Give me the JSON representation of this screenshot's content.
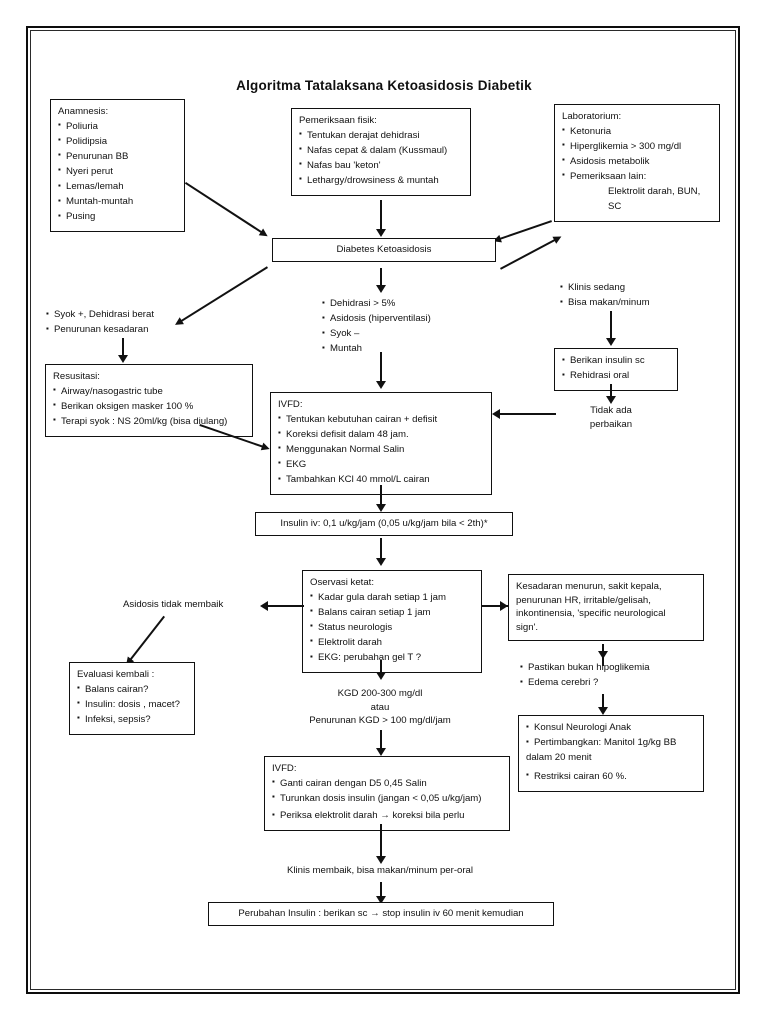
{
  "document": {
    "title": "Algoritma Tatalaksana Ketoasidosis Diabetik"
  },
  "chart_data": {
    "type": "flowchart",
    "title": "Algoritma Tatalaksana Ketoasidosis Diabetik",
    "language": "id",
    "orientation": "top-to-bottom",
    "node_count": 19
  },
  "nodes": {
    "anamnesis": {
      "header": "Anamnesis:",
      "items": [
        "Poliuria",
        "Polidipsia",
        "Penurunan BB",
        "Nyeri perut",
        "Lemas/lemah",
        "Muntah-muntah",
        "Pusing"
      ]
    },
    "pemeriksaan_fisik": {
      "header": "Pemeriksaan fisik:",
      "items": [
        "Tentukan derajat dehidrasi",
        "Nafas cepat & dalam (Kussmaul)",
        "Nafas bau 'keton'",
        "Lethargy/drowsiness & muntah"
      ]
    },
    "laboratorium": {
      "header": "Laboratorium:",
      "items": [
        "Ketonuria",
        "Hiperglikemia > 300 mg/dl",
        "Asidosis metabolik",
        "Pemeriksaan lain:"
      ],
      "sub_items": [
        "Elektrolit darah, BUN,",
        "SC"
      ]
    },
    "diagnosis": {
      "label": "Diabetes Ketoasidosis"
    },
    "branch_severe": {
      "items": [
        "Syok +, Dehidrasi berat",
        "Penurunan kesadaran"
      ]
    },
    "branch_moderate": {
      "items": [
        "Dehidrasi > 5%",
        "Asidosis (hiperventilasi)",
        "Syok –",
        "Muntah"
      ]
    },
    "branch_mild": {
      "items": [
        "Klinis sedang",
        "Bisa makan/minum"
      ]
    },
    "resusitasi": {
      "header": "Resusitasi:",
      "items": [
        "Airway/nasogastric tube",
        "Berikan oksigen masker 100 %",
        "Terapi syok : NS 20ml/kg (bisa diulang)"
      ]
    },
    "insulin_sc": {
      "items": [
        "Berikan insulin sc",
        "Rehidrasi oral"
      ]
    },
    "tidak_ada_perbaikan": {
      "lines": [
        "Tidak ada",
        "perbaikan"
      ]
    },
    "ivfd_1": {
      "header": "IVFD:",
      "items": [
        "Tentukan kebutuhan cairan + defisit",
        "Koreksi defisit dalam 48 jam.",
        "Menggunakan Normal Salin",
        "EKG",
        "Tambahkan KCl 40 mmol/L cairan"
      ]
    },
    "insulin_iv": {
      "label": "Insulin iv: 0,1 u/kg/jam (0,05 u/kg/jam bila < 2th)*"
    },
    "observasi": {
      "header": "Oservasi ketat:",
      "items": [
        "Kadar gula darah setiap 1 jam",
        "Balans cairan setiap 1 jam",
        "Status neurologis",
        "Elektrolit darah",
        "EKG: perubahan gel T ?"
      ]
    },
    "neuro_signs": {
      "lines": [
        "Kesadaran menurun, sakit kepala,",
        "penurunan HR, irritable/gelisah,",
        "inkontinensia, 'specific neurological",
        "sign'."
      ]
    },
    "asidosis_tidak_membaik": {
      "label": "Asidosis tidak membaik"
    },
    "evaluasi": {
      "header": "Evaluasi kembali :",
      "items": [
        "Balans cairan?",
        "Insulin: dosis , macet?",
        "Infeksi, sepsis?"
      ]
    },
    "kgd_target": {
      "lines": [
        "KGD 200-300 mg/dl",
        "atau",
        "Penurunan KGD > 100 mg/dl/jam"
      ]
    },
    "pastikan": {
      "items": [
        "Pastikan bukan hipoglikemia",
        "Edema cerebri ?"
      ]
    },
    "konsul_neuro": {
      "items": [
        "Konsul Neurologi Anak",
        "Pertimbangkan: Manitol 1g/kg BB"
      ],
      "continuation": "dalam 20 menit",
      "last_item": "Restriksi cairan 60 %."
    },
    "ivfd_2": {
      "header": "IVFD:",
      "items": [
        "Ganti cairan dengan D5 0,45 Salin",
        "Turunkan dosis insulin (jangan  < 0,05 u/kg/jam)",
        "Periksa elektrolit darah → koreksi bila perlu"
      ]
    },
    "klinis_membaik": {
      "label": "Klinis membaik, bisa makan/minum per-oral"
    },
    "perubahan_insulin": {
      "label": "Perubahan Insulin : berikan sc → stop insulin iv 60 menit kemudian"
    }
  }
}
